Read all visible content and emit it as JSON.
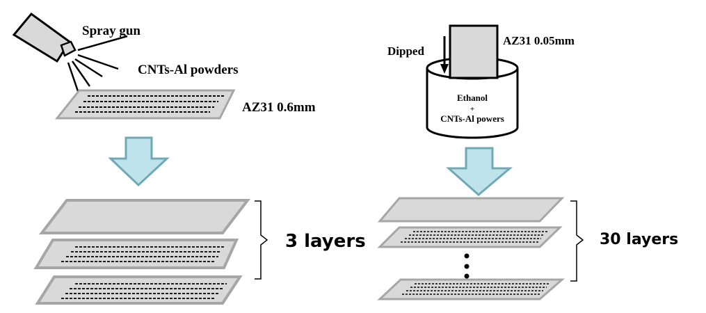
{
  "left_process": {
    "tool_label": "Spray gun",
    "powder_label": "CNTs-Al powders",
    "sheet_label": "AZ31 0.6mm",
    "result_label": "3 layers"
  },
  "right_process": {
    "action_label": "Dipped",
    "sheet_label": "AZ31 0.05mm",
    "solution_line1": "Ethanol",
    "solution_line2": "+",
    "solution_line3": "CNTs-Al powers",
    "result_label": "30 layers"
  },
  "colors": {
    "plate_fill": "#d9d9d9",
    "plate_edge": "#a6a6a6",
    "arrow_fill": "#bfe3ea",
    "arrow_edge": "#6fa9b5",
    "dash": "#000000"
  }
}
